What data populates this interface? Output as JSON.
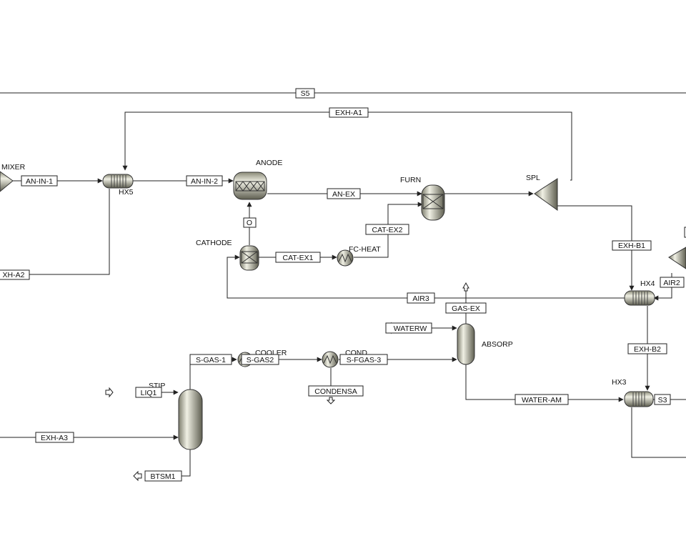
{
  "colors": {
    "equipment_fill": "#c8c8b4",
    "line": "#222222",
    "background": "#ffffff"
  },
  "units": {
    "mixer": "MIXER",
    "hx5": "HX5",
    "anode": "ANODE",
    "furn": "FURN",
    "spl": "SPL",
    "cathode": "CATHODE",
    "fc_heat": "FC-HEAT",
    "hx4": "HX4",
    "absorp": "ABSORP",
    "hx3": "HX3",
    "cooler": "COOLER",
    "cond": "COND",
    "stip": "STIP"
  },
  "streams": {
    "s5": "S5",
    "exh_a1": "EXH-A1",
    "an_in_1": "AN-IN-1",
    "an_in_2": "AN-IN-2",
    "an_ex": "AN-EX",
    "cat_ex2": "CAT-EX2",
    "o": "O",
    "cat_ex1": "CAT-EX1",
    "exh_a2": "XH-A2",
    "exh_b1": "EXH-B1",
    "air2": "AIR2",
    "air3": "AIR3",
    "gas_ex": "GAS-EX",
    "waterw": "WATERW",
    "exh_b2": "EXH-B2",
    "s_gas_1": "S-GAS-1",
    "s_gas2": "S-GAS2",
    "s_fgas_3": "S-FGAS-3",
    "condensa": "CONDENSA",
    "liq1": "LIQ1",
    "water_am": "WATER-AM",
    "s3": "S3",
    "exh_a3": "EXH-A3",
    "btsm1": "BTSM1"
  }
}
